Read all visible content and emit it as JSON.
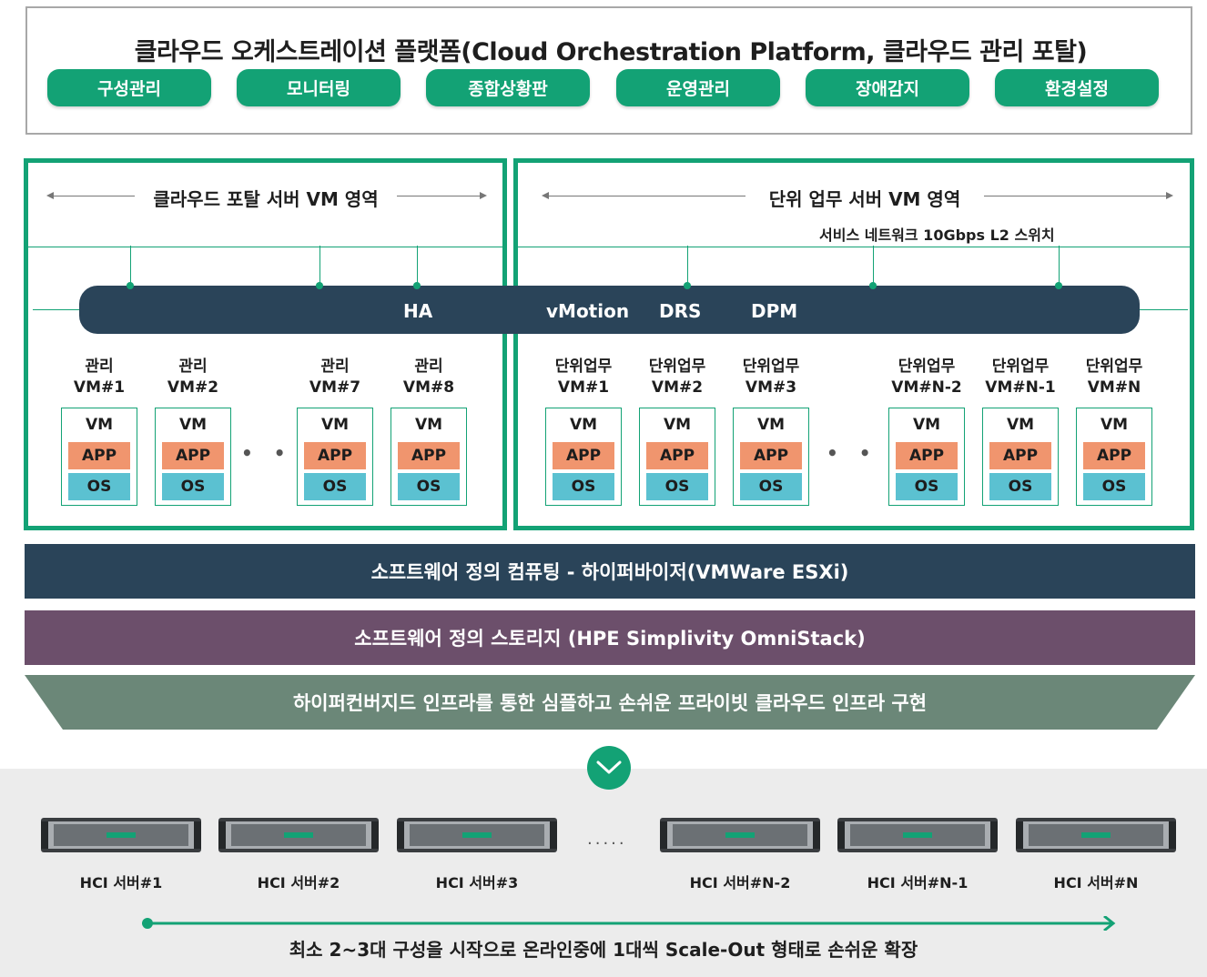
{
  "orchestration": {
    "title": "클라우드 오케스트레이션 플랫폼(Cloud Orchestration Platform, 클라우드 관리 포탈)",
    "menu": [
      "구성관리",
      "모니터링",
      "종합상황판",
      "운영관리",
      "장애감지",
      "환경설정"
    ]
  },
  "portal_zone": {
    "title": "클라우드 포탈 서버 VM 영역"
  },
  "business_zone": {
    "title": "단위 업무 서버 VM 영역",
    "network_label": "서비스 네트워크 10Gbps L2 스위치"
  },
  "bus": {
    "ha": "HA",
    "vmotion": "vMotion",
    "drs": "DRS",
    "dpm": "DPM"
  },
  "vm_common": {
    "vm": "VM",
    "app": "APP",
    "os": "OS",
    "ellipsis": "• • •"
  },
  "portal_vms": [
    {
      "line1": "관리",
      "line2": "VM#1"
    },
    {
      "line1": "관리",
      "line2": "VM#2"
    },
    {
      "line1": "관리",
      "line2": "VM#7"
    },
    {
      "line1": "관리",
      "line2": "VM#8"
    }
  ],
  "business_vms": [
    {
      "line1": "단위업무",
      "line2": "VM#1"
    },
    {
      "line1": "단위업무",
      "line2": "VM#2"
    },
    {
      "line1": "단위업무",
      "line2": "VM#3"
    },
    {
      "line1": "단위업무",
      "line2": "VM#N-2"
    },
    {
      "line1": "단위업무",
      "line2": "VM#N-1"
    },
    {
      "line1": "단위업무",
      "line2": "VM#N"
    }
  ],
  "layers": {
    "compute": "소프트웨어 정의 컴퓨팅 - 하이퍼바이저(VMWare ESXi)",
    "storage": "소프트웨어 정의 스토리지 (HPE Simplivity OmniStack)",
    "infra": "하이퍼컨버지드 인프라를 통한 심플하고 손쉬운 프라이빗 클라우드 인프라 구현"
  },
  "servers": {
    "labels": [
      "HCI 서버#1",
      "HCI 서버#2",
      "HCI 서버#3",
      "HCI 서버#N-2",
      "HCI 서버#N-1",
      "HCI 서버#N"
    ],
    "ellipsis": "....."
  },
  "scale_out": "최소 2~3대 구성을 시작으로 온라인중에 1대씩 Scale-Out 형태로 손쉬운 확장",
  "colors": {
    "green": "#13a275",
    "navy": "#2a4459",
    "purple": "#6c4f6b",
    "slate_green": "#6b8778",
    "app_orange": "#f0956e",
    "os_cyan": "#5bc1d1"
  }
}
